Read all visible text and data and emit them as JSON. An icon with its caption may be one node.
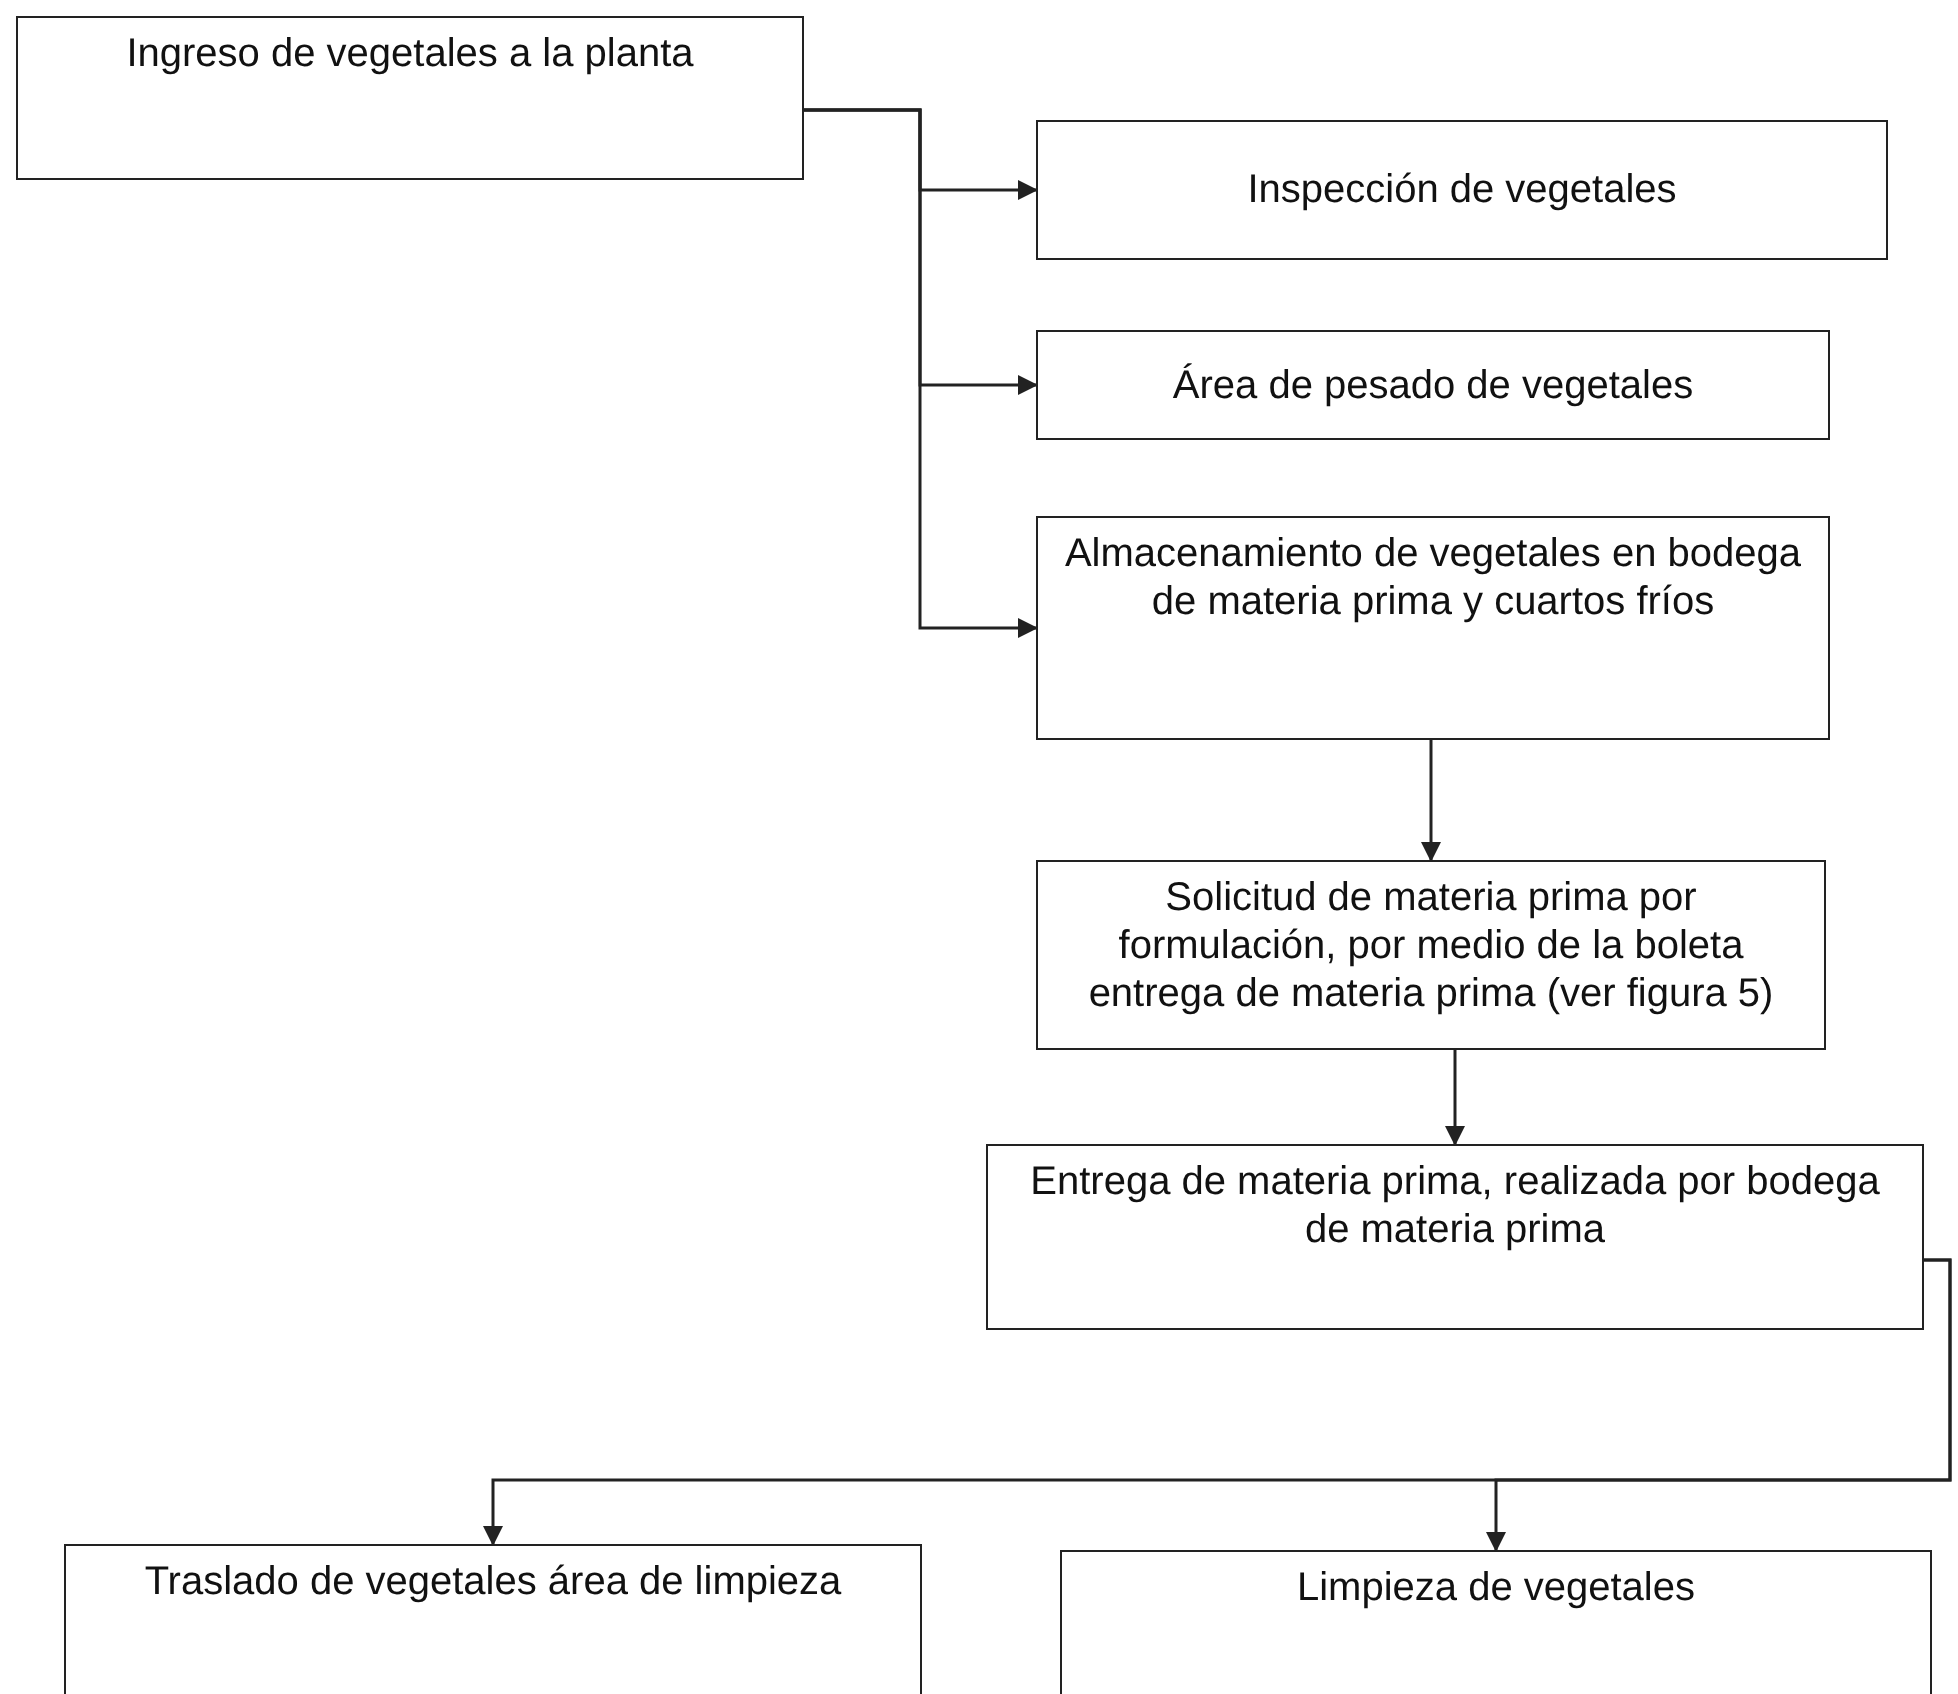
{
  "diagram": {
    "nodes": [
      {
        "text": [
          "Ingreso de vegetales a la planta"
        ]
      },
      {
        "text": [
          "Inspección de vegetales"
        ]
      },
      {
        "text": [
          "Área de pesado de vegetales"
        ]
      },
      {
        "text": [
          "Almacenamiento de vegetales en bodega de materia prima y cuartos fríos"
        ]
      },
      {
        "text": [
          "Solicitud de materia prima por formulación, por medio de la boleta entrega de materia prima (ver figura 5)"
        ]
      },
      {
        "text": [
          "Entrega de materia prima, realizada por bodega de materia prima"
        ]
      },
      {
        "text": [
          "Traslado de vegetales área de limpieza"
        ]
      },
      {
        "text": [
          "Limpieza de vegetales"
        ]
      }
    ],
    "edges": [
      {
        "from": 0,
        "to": 1,
        "arrow": "to"
      },
      {
        "from": 0,
        "to": 2,
        "arrow": "to"
      },
      {
        "from": 0,
        "to": 3,
        "arrow": "to"
      },
      {
        "from": 3,
        "to": 4,
        "arrow": "to"
      },
      {
        "from": 4,
        "to": 5,
        "arrow": "to"
      },
      {
        "from": 5,
        "to": 6,
        "arrow": "to"
      },
      {
        "from": 5,
        "to": 7,
        "arrow": "to"
      }
    ]
  }
}
